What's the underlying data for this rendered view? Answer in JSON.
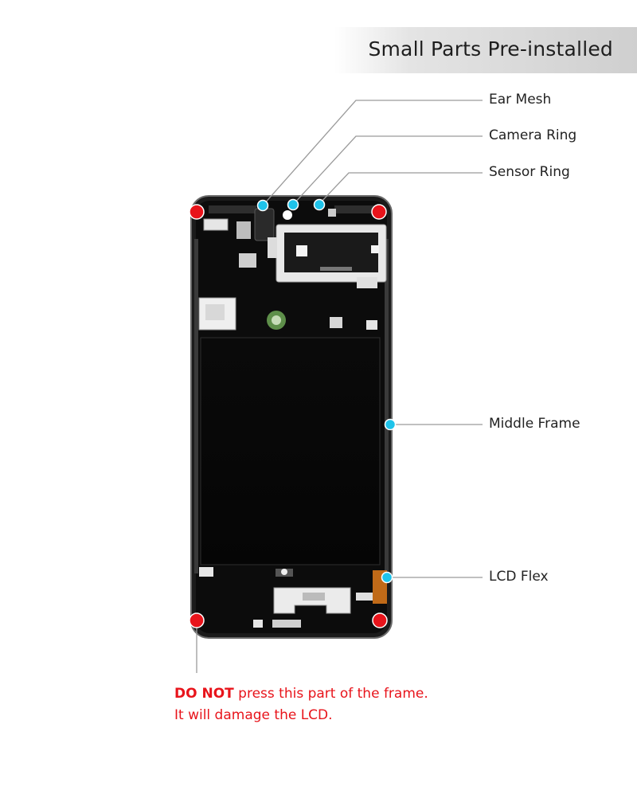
{
  "header": {
    "title": "Small Parts Pre-installed"
  },
  "callouts": [
    {
      "id": "ear-mesh",
      "label": "Ear Mesh"
    },
    {
      "id": "camera-ring",
      "label": "Camera Ring"
    },
    {
      "id": "sensor-ring",
      "label": "Sensor Ring"
    },
    {
      "id": "middle-frame",
      "label": "Middle Frame"
    },
    {
      "id": "lcd-flex",
      "label": "LCD Flex"
    }
  ],
  "warning": {
    "emphasis": "DO NOT",
    "line1_rest": "press this part of the frame.",
    "line2": "It will damage the LCD."
  },
  "colors": {
    "callout_dot": "#1ec3ea",
    "warning_dot": "#e8141b",
    "leader_line": "#9a9a9a",
    "frame": "#141414",
    "bracket": "#e4e4e4"
  }
}
